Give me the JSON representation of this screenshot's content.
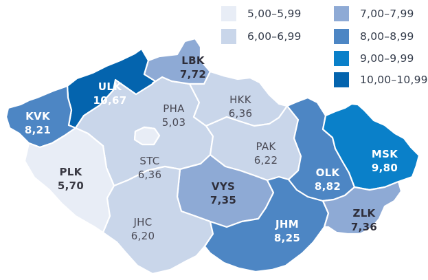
{
  "legend": [
    {
      "label": "5,00–5,99",
      "color": "#e8edf6"
    },
    {
      "label": "6,00–6,99",
      "color": "#c9d6ea"
    },
    {
      "label": "7,00–7,99",
      "color": "#8eaad5"
    },
    {
      "label": "8,00–8,99",
      "color": "#4d86c4"
    },
    {
      "label": "9,00–9,99",
      "color": "#0a80c9"
    },
    {
      "label": "10,00–10,99",
      "color": "#0464ae"
    }
  ],
  "regions": {
    "ulk": {
      "code": "ULK",
      "value": "10,67",
      "color": "#0464ae"
    },
    "lbk": {
      "code": "LBK",
      "value": "7,72",
      "color": "#8eaad5"
    },
    "kvk": {
      "code": "KVK",
      "value": "8,21",
      "color": "#4d86c4"
    },
    "pha": {
      "code": "PHA",
      "value": "5,03",
      "color": "#e8edf6"
    },
    "hkk": {
      "code": "HKK",
      "value": "6,36",
      "color": "#c9d6ea"
    },
    "stc": {
      "code": "STC",
      "value": "6,36",
      "color": "#c9d6ea"
    },
    "plk": {
      "code": "PLK",
      "value": "5,70",
      "color": "#e8edf6"
    },
    "pak": {
      "code": "PAK",
      "value": "6,22",
      "color": "#c9d6ea"
    },
    "vys": {
      "code": "VYS",
      "value": "7,35",
      "color": "#8eaad5"
    },
    "olk": {
      "code": "OLK",
      "value": "8,82",
      "color": "#4d86c4"
    },
    "msk": {
      "code": "MSK",
      "value": "9,80",
      "color": "#0a80c9"
    },
    "jhc": {
      "code": "JHC",
      "value": "6,20",
      "color": "#c9d6ea"
    },
    "jhm": {
      "code": "JHM",
      "value": "8,25",
      "color": "#4d86c4"
    },
    "zlk": {
      "code": "ZLK",
      "value": "7,36",
      "color": "#8eaad5"
    }
  }
}
